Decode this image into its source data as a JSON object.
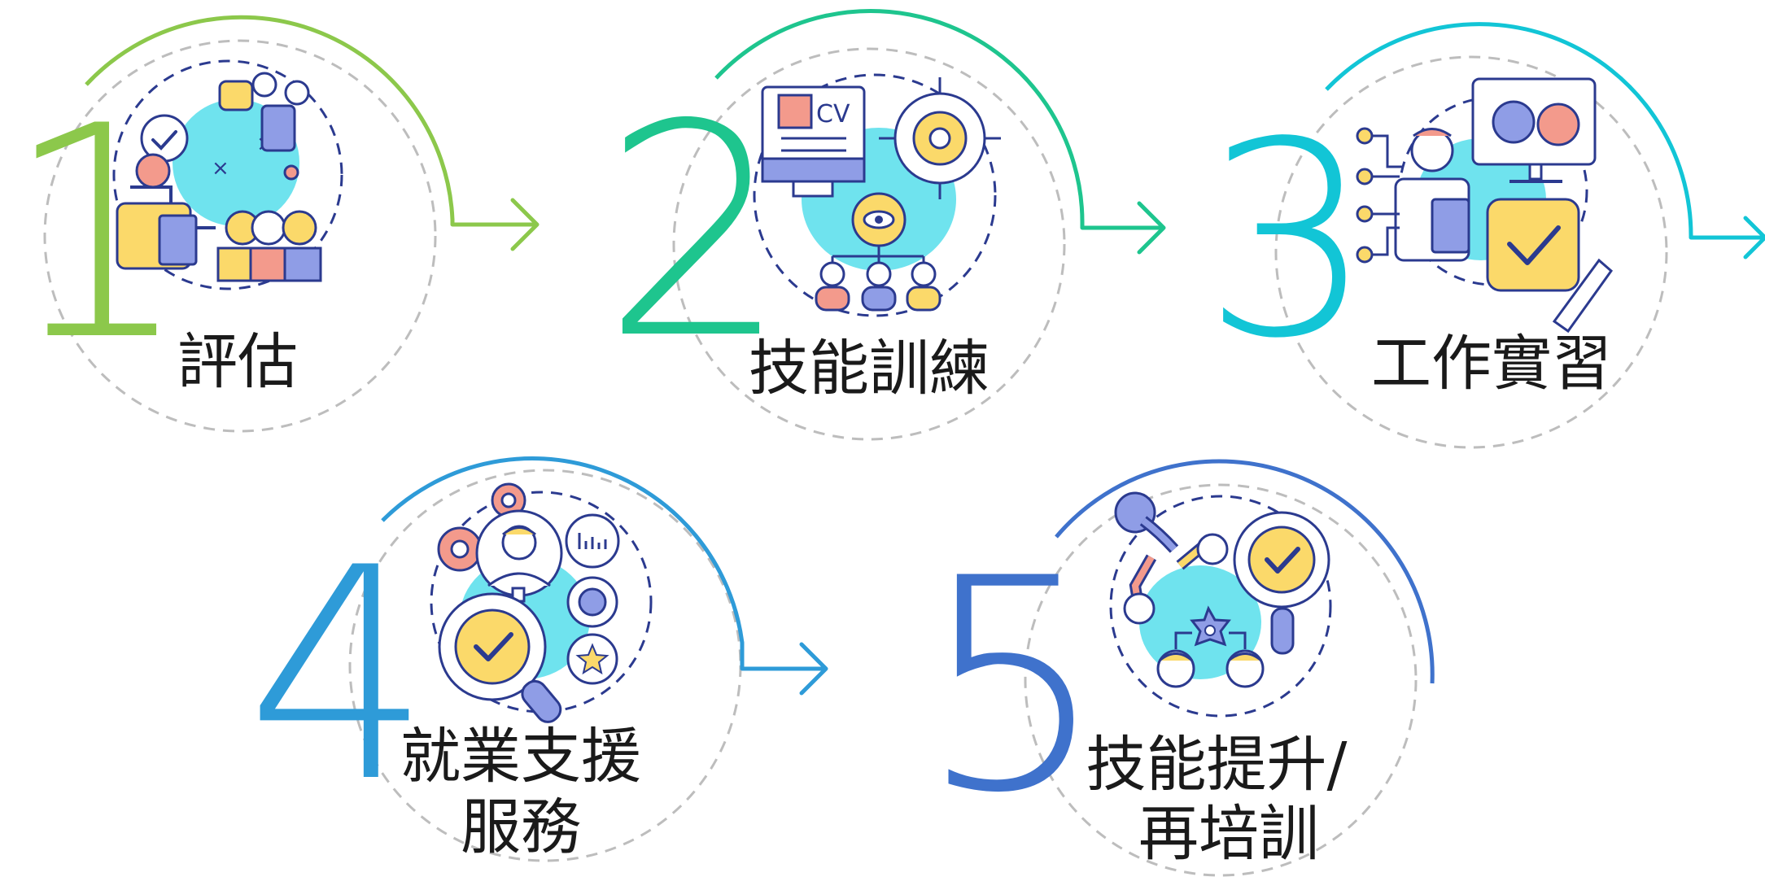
{
  "steps": [
    {
      "number": "1",
      "label_lines": [
        "評估"
      ],
      "color": "#8cc84b",
      "icon": "assessment-icon"
    },
    {
      "number": "2",
      "label_lines": [
        "技能訓練"
      ],
      "color": "#1ec58e",
      "icon": "skills-training-icon"
    },
    {
      "number": "3",
      "label_lines": [
        "工作實習"
      ],
      "color": "#12c5d6",
      "icon": "work-internship-icon"
    },
    {
      "number": "4",
      "label_lines": [
        "就業支援",
        "服務"
      ],
      "color": "#2e9bd8",
      "icon": "employment-support-icon"
    },
    {
      "number": "5",
      "label_lines": [
        "技能提升/",
        "再培訓"
      ],
      "color": "#3f72cc",
      "icon": "upskilling-retraining-icon"
    }
  ],
  "palette": {
    "outline": "#2b3a8f",
    "cyan_blob": "#6fe3ee",
    "yellow": "#fbd96a",
    "salmon": "#f39a8c",
    "lavender": "#8f9de6",
    "dashed_circle": "#bdbdbd"
  }
}
